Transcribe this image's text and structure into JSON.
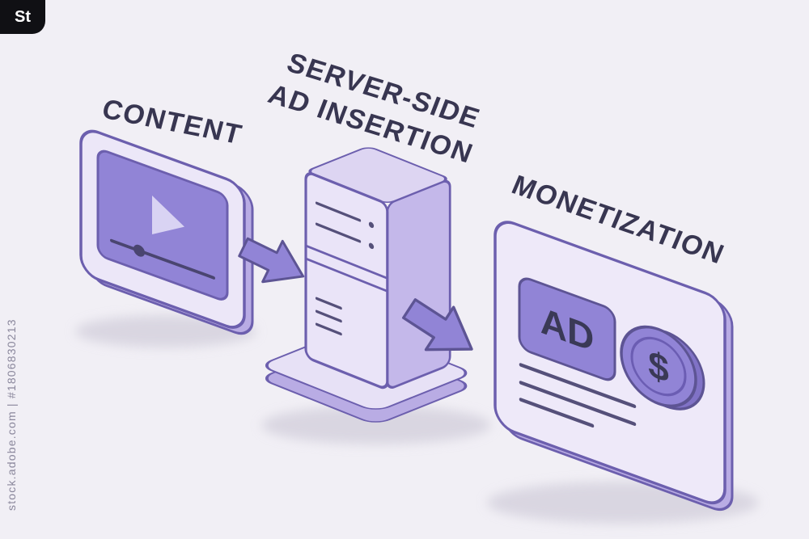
{
  "scene": {
    "background": "#f1eff5",
    "labels": {
      "content": "CONTENT",
      "ssai_line1": "SERVER-SIDE",
      "ssai_line2": "AD INSERTION",
      "monetization": "MONETIZATION"
    },
    "monetization_card": {
      "ad_label": "AD",
      "currency_symbol": "$"
    },
    "palette": {
      "outline": "#6c5fae",
      "outline_dark": "#5d5494",
      "fill_light": "#ece7f8",
      "fill_mid": "#9184d6",
      "fill_depth": "#b9ace4",
      "ink": "#3a3956"
    }
  },
  "watermark": {
    "logo": "St",
    "credit_line": "stock.adobe.com | #1806830213"
  }
}
